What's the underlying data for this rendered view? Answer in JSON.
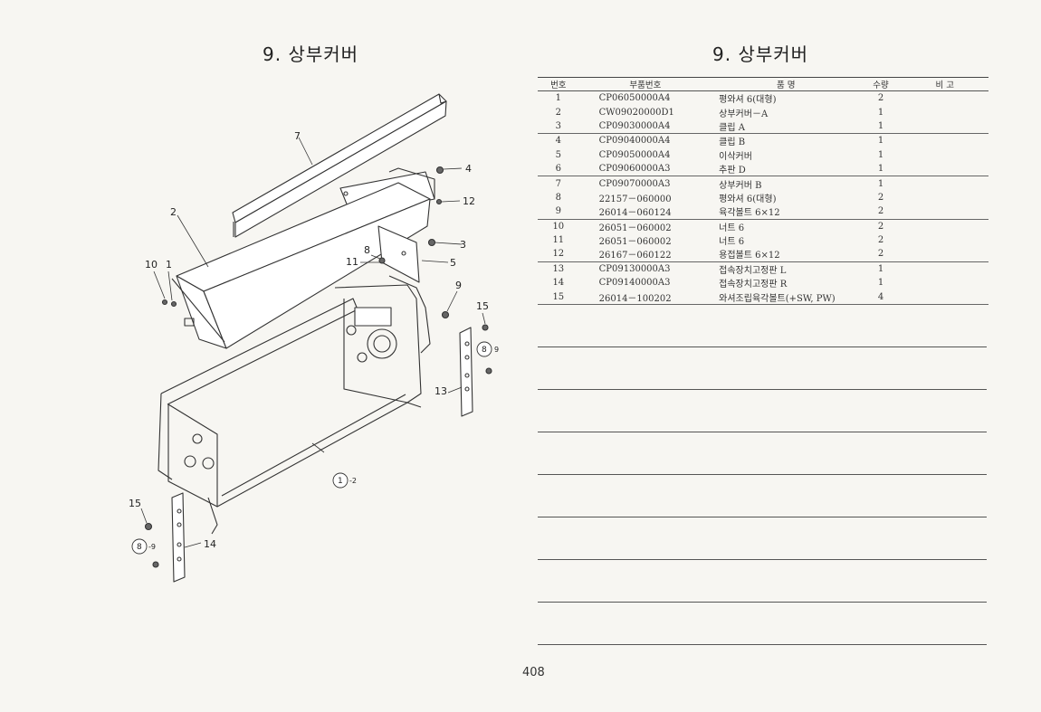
{
  "titles": {
    "left": "9. 상부커버",
    "right": "9. 상부커버"
  },
  "table": {
    "headers": [
      "번호",
      "부품번호",
      "품   명",
      "수량",
      "비   고"
    ],
    "rows": [
      {
        "no": "1",
        "part": "CP06050000A4",
        "name": "평와셔 6(대형)",
        "qty": "2"
      },
      {
        "no": "2",
        "part": "CW09020000D1",
        "name": "상부커버－A",
        "qty": "1"
      },
      {
        "no": "3",
        "part": "CP09030000A4",
        "name": "클립 A",
        "qty": "1"
      },
      {
        "no": "4",
        "part": "CP09040000A4",
        "name": "클립 B",
        "qty": "1"
      },
      {
        "no": "5",
        "part": "CP09050000A4",
        "name": "이삭커버",
        "qty": "1"
      },
      {
        "no": "6",
        "part": "CP09060000A3",
        "name": "추판 D",
        "qty": "1"
      },
      {
        "no": "7",
        "part": "CP09070000A3",
        "name": "상부커버 B",
        "qty": "1"
      },
      {
        "no": "8",
        "part": "22157－060000",
        "name": "평와셔 6(대형)",
        "qty": "2"
      },
      {
        "no": "9",
        "part": "26014－060124",
        "name": "육각볼트 6×12",
        "qty": "2"
      },
      {
        "no": "10",
        "part": "26051－060002",
        "name": "너트 6",
        "qty": "2"
      },
      {
        "no": "11",
        "part": "26051－060002",
        "name": "너트 6",
        "qty": "2"
      },
      {
        "no": "12",
        "part": "26167－060122",
        "name": "용접볼트 6×12",
        "qty": "2"
      },
      {
        "no": "13",
        "part": "CP09130000A3",
        "name": "접속장치고정판 L",
        "qty": "1"
      },
      {
        "no": "14",
        "part": "CP09140000A3",
        "name": "접속장치고정판 R",
        "qty": "1"
      },
      {
        "no": "15",
        "part": "26014－100202",
        "name": "와셔조립육각볼트(+SW, PW)",
        "qty": "4"
      }
    ]
  },
  "diagram": {
    "callouts": {
      "c1": "1",
      "c2": "2",
      "c3": "3",
      "c4": "4",
      "c5": "5",
      "c7": "7",
      "c8": "8",
      "c9": "9",
      "c10": "10",
      "c11": "11",
      "c12": "12",
      "c13": "13",
      "c14": "14",
      "c15a": "15",
      "c15b": "15",
      "circ1": "1",
      "circ1_suffix": "-2",
      "circ8a": "8",
      "circ8a_suffix": "9",
      "circ8b": "8",
      "circ8b_suffix": "-9"
    }
  },
  "page_number": "408"
}
